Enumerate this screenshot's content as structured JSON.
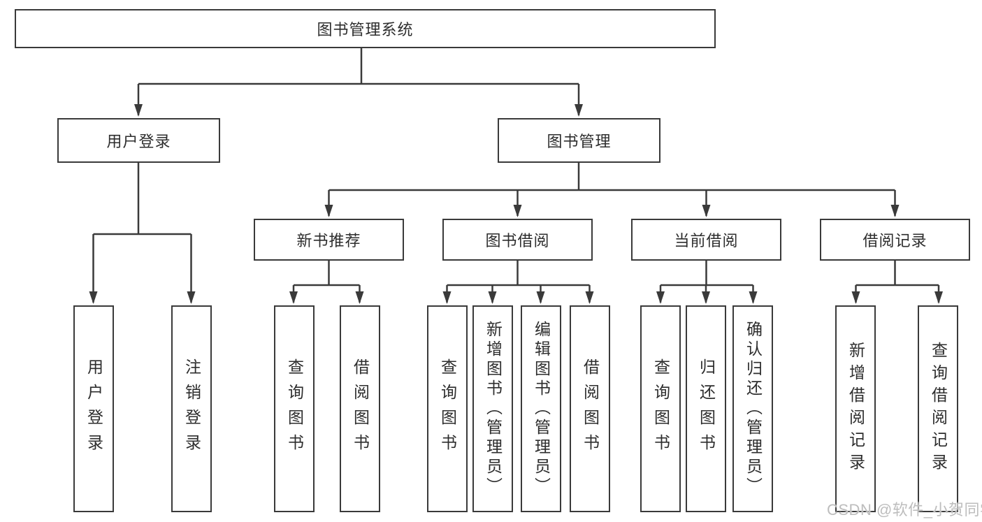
{
  "tree": {
    "root": {
      "label": "图书管理系统"
    },
    "branches": [
      {
        "label": "用户登录",
        "children": [
          {
            "label": "用户登录"
          },
          {
            "label": "注销登录"
          }
        ]
      },
      {
        "label": "图书管理",
        "children": [
          {
            "label": "新书推荐",
            "children": [
              {
                "label": "查询图书"
              },
              {
                "label": "借阅图书"
              }
            ]
          },
          {
            "label": "图书借阅",
            "children": [
              {
                "label": "查询图书"
              },
              {
                "label": "新增图书（管理员）"
              },
              {
                "label": "编辑图书（管理员）"
              },
              {
                "label": "借阅图书"
              }
            ]
          },
          {
            "label": "当前借阅",
            "children": [
              {
                "label": "查询图书"
              },
              {
                "label": "归还图书"
              },
              {
                "label": "确认归还（管理员）"
              }
            ]
          },
          {
            "label": "借阅记录",
            "children": [
              {
                "label": "新增借阅记录"
              },
              {
                "label": "查询借阅记录"
              }
            ]
          }
        ]
      }
    ]
  },
  "watermark": {
    "text": "CSDN @软件_小贺同学",
    "color": "#bdbdbd"
  },
  "colors": {
    "line": "#3a3a3a",
    "box_border": "#3a3a3a",
    "text": "#2d2d2d",
    "background": "#ffffff"
  }
}
